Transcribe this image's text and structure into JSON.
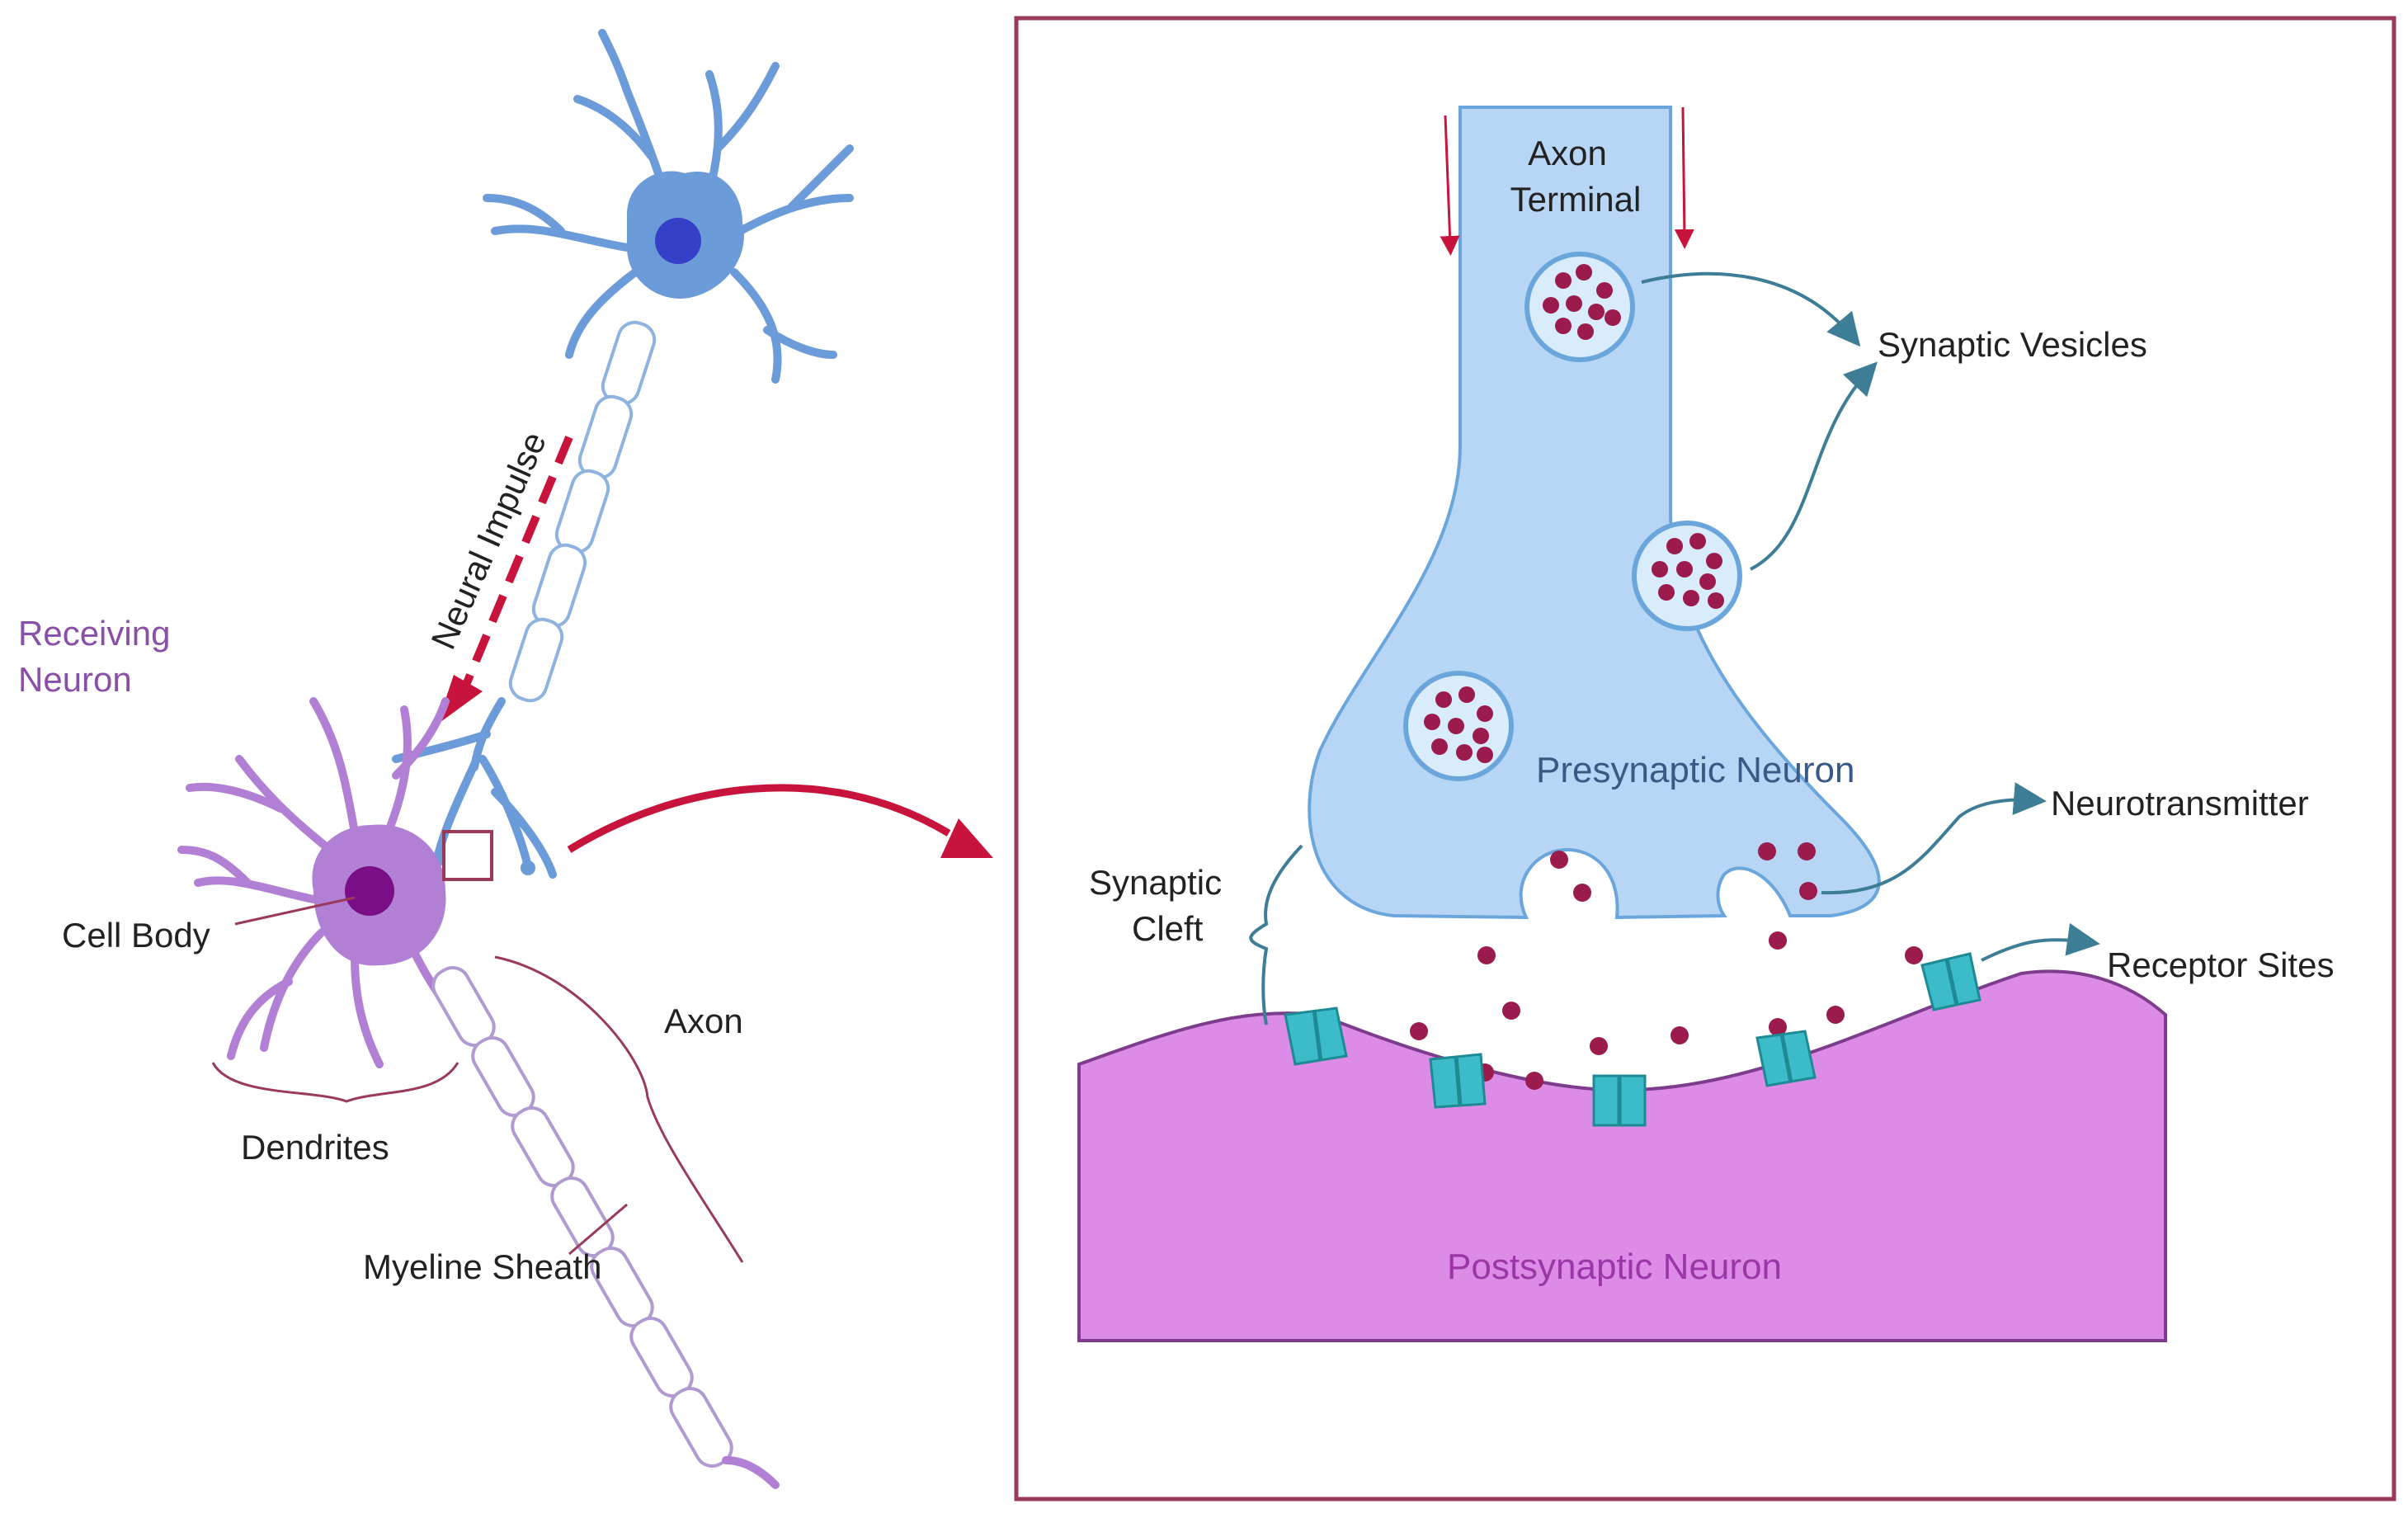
{
  "colors": {
    "presynaptic_fill": "#b7d6f5",
    "presynaptic_stroke": "#6aa6dc",
    "postsynaptic_fill": "#dc8ce6",
    "postsynaptic_stroke": "#7d3d8c",
    "receiving_neuron": "#b17fd4",
    "sending_neuron": "#6b9bd8",
    "neurotransmitter": "#9b1b4d",
    "receptor": "#3cbcc8",
    "frame": "#9a3a5a",
    "arrow_red": "#c8143c",
    "callout_teal": "#3d7e96"
  },
  "left_panel": {
    "receiving_neuron": {
      "line1": "Receiving",
      "line2": "Neuron"
    },
    "neural_impulse": "Neural Impulse",
    "cell_body": "Cell Body",
    "dendrites": "Dendrites",
    "axon": "Axon",
    "myeline_sheath": "Myeline Sheath"
  },
  "zoom_panel": {
    "axon_terminal": {
      "line1": "Axon",
      "line2": "Terminal"
    },
    "synaptic_vesicles": "Synaptic Vesicles",
    "presynaptic_neuron": "Presynaptic Neuron",
    "neurotransmitter": "Neurotransmitter",
    "synaptic_cleft": {
      "line1": "Synaptic",
      "line2": "Cleft"
    },
    "receptor_sites": "Receptor Sites",
    "postsynaptic_neuron": "Postsynaptic Neuron"
  }
}
